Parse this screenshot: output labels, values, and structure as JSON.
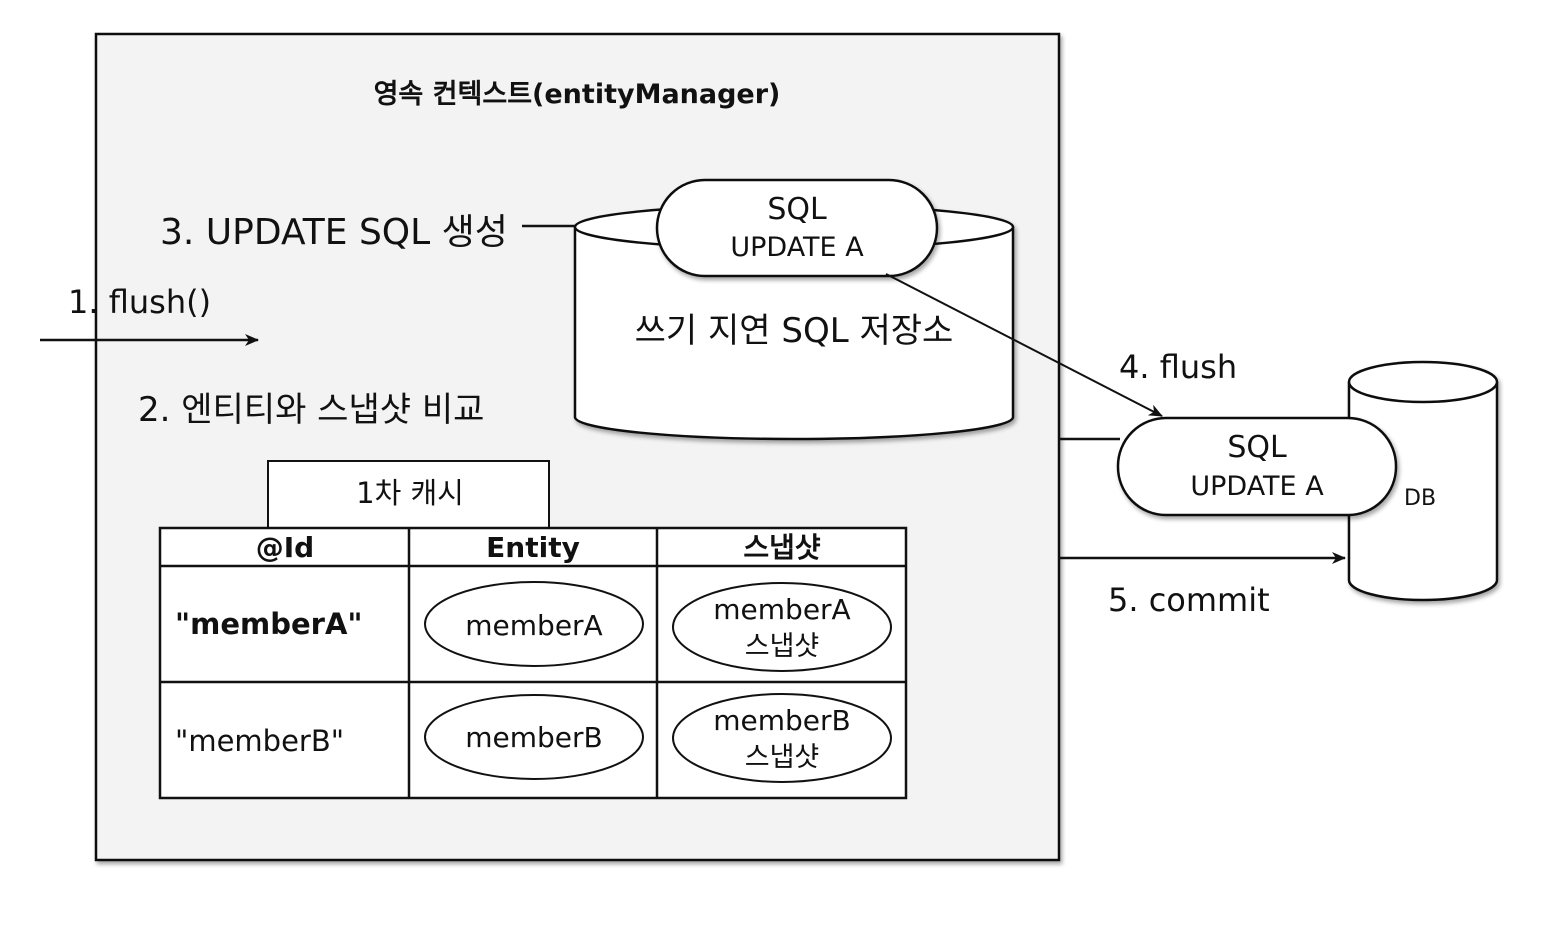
{
  "context": {
    "title": "영속 컨텍스트(entityManager)"
  },
  "steps": {
    "step1": "1. flush()",
    "step2": "2. 엔티티와 스냅샷 비교",
    "step3": "3. UPDATE SQL 생성",
    "step4": "4. flush",
    "step5": "5. commit"
  },
  "sql_store": {
    "label": "쓰기 지연 SQL 저장소",
    "item_line1": "SQL",
    "item_line2": "UPDATE A"
  },
  "transit_sql": {
    "line1": "SQL",
    "line2": "UPDATE A"
  },
  "db": {
    "label": "DB"
  },
  "cache": {
    "title": "1차 캐시",
    "headers": [
      "@Id",
      "Entity",
      "스냅샷"
    ],
    "rows": [
      {
        "id": "\"memberA\"",
        "entity": "memberA",
        "snapshot_line1": "memberA",
        "snapshot_line2": "스냅샷"
      },
      {
        "id": "\"memberB\"",
        "entity": "memberB",
        "snapshot_line1": "memberB",
        "snapshot_line2": "스냅샷"
      }
    ]
  }
}
